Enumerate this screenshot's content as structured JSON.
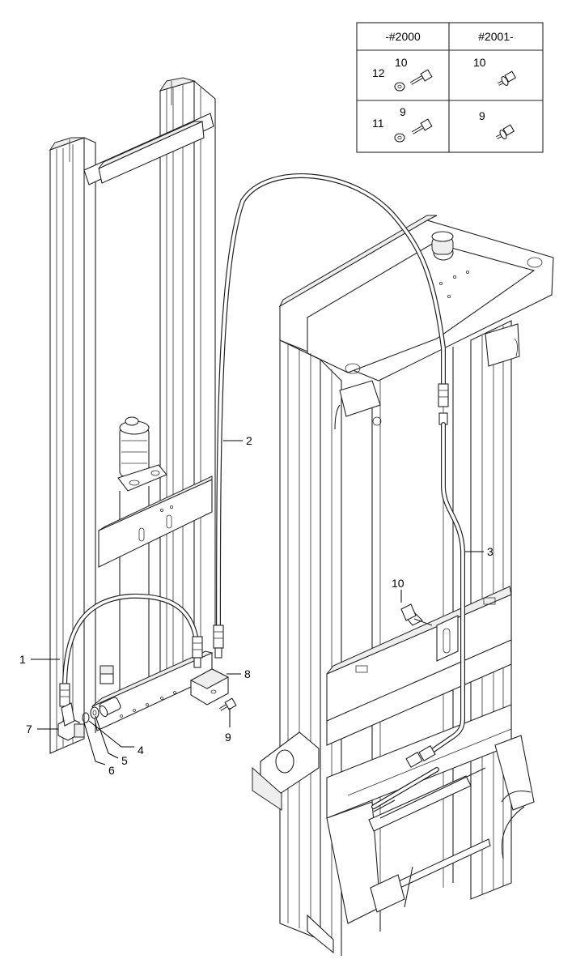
{
  "variant_table": {
    "headers": [
      "-#2000",
      "#2001-"
    ],
    "rows": [
      {
        "left_labels": [
          "12",
          "10"
        ],
        "right_labels": [
          "10"
        ]
      },
      {
        "left_labels": [
          "11",
          "9"
        ],
        "right_labels": [
          "9"
        ]
      }
    ]
  },
  "callouts": [
    "1",
    "2",
    "3",
    "4",
    "5",
    "6",
    "7",
    "8",
    "9",
    "10"
  ]
}
